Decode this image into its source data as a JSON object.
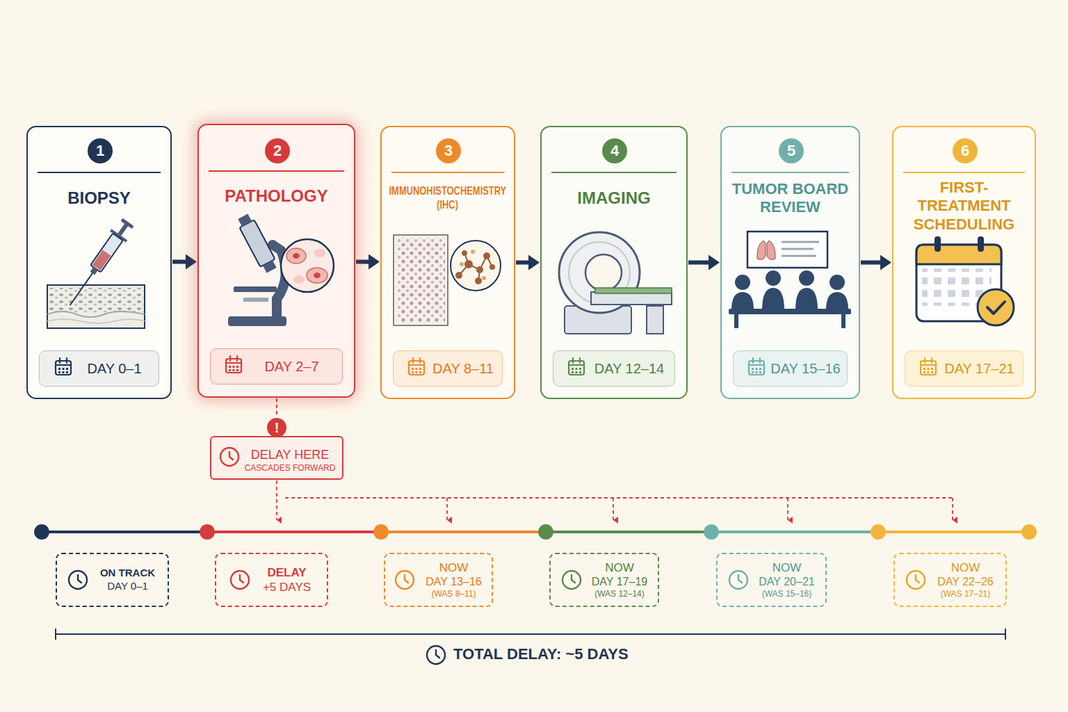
{
  "diagram": {
    "nodes": [
      {
        "text": [
          "BIOPSY"
        ]
      },
      {
        "text": [
          "1"
        ],
        "in": 0
      },
      {
        "text": [
          "DAY 0–1"
        ],
        "in": 0
      },
      {
        "text": [
          "PATHOLOGY"
        ]
      },
      {
        "text": [
          "2"
        ],
        "in": 3
      },
      {
        "text": [
          "DAY 2–7"
        ],
        "in": 3
      },
      {
        "text": [
          "IMMUNOHISTOCHEMISTRY (IHC)"
        ]
      },
      {
        "text": [
          "3"
        ],
        "in": 6
      },
      {
        "text": [
          "DAY 8–11"
        ],
        "in": 6
      },
      {
        "text": [
          "IMAGING"
        ]
      },
      {
        "text": [
          "4"
        ],
        "in": 9
      },
      {
        "text": [
          "DAY 12–14"
        ],
        "in": 9
      },
      {
        "text": [
          "TUMOR BOARD REVIEW"
        ]
      },
      {
        "text": [
          "5"
        ],
        "in": 12
      },
      {
        "text": [
          "DAY 15–16"
        ],
        "in": 12
      },
      {
        "text": [
          "FIRST-TREATMENT SCHEDULING"
        ]
      },
      {
        "text": [
          "6"
        ],
        "in": 15
      },
      {
        "text": [
          "DAY 17–21"
        ],
        "in": 15
      },
      {
        "text": [
          "!"
        ]
      },
      {
        "text": [
          "DELAY HERE",
          "CASCADES FORWARD"
        ]
      },
      {
        "text": [
          "ON TRACK",
          "DAY 0–1"
        ]
      },
      {
        "text": [
          "DELAY",
          "+5 DAYS"
        ]
      },
      {
        "text": [
          "NOW",
          "DAY 13–16",
          "(WAS 8–11)"
        ]
      },
      {
        "text": [
          "NOW",
          "DAY 17–19",
          "(WAS 12–14)"
        ]
      },
      {
        "text": [
          "NOW",
          "DAY 20–21",
          "(WAS 15–16)"
        ]
      },
      {
        "text": [
          "NOW",
          "DAY 22–26",
          "(WAS 17–21)"
        ]
      }
    ],
    "edges": [
      {
        "from": 0,
        "to": 3,
        "arrow": "to"
      },
      {
        "from": 3,
        "to": 6,
        "arrow": "to"
      },
      {
        "from": 6,
        "to": 9,
        "arrow": "to"
      },
      {
        "from": 9,
        "to": 12,
        "arrow": "to"
      },
      {
        "from": 12,
        "to": 15,
        "arrow": "to"
      },
      {
        "from": 3,
        "to": 18,
        "arrow": "none"
      }
    ],
    "labels": [
      "TOTAL DELAY: ~5 DAYS"
    ]
  }
}
